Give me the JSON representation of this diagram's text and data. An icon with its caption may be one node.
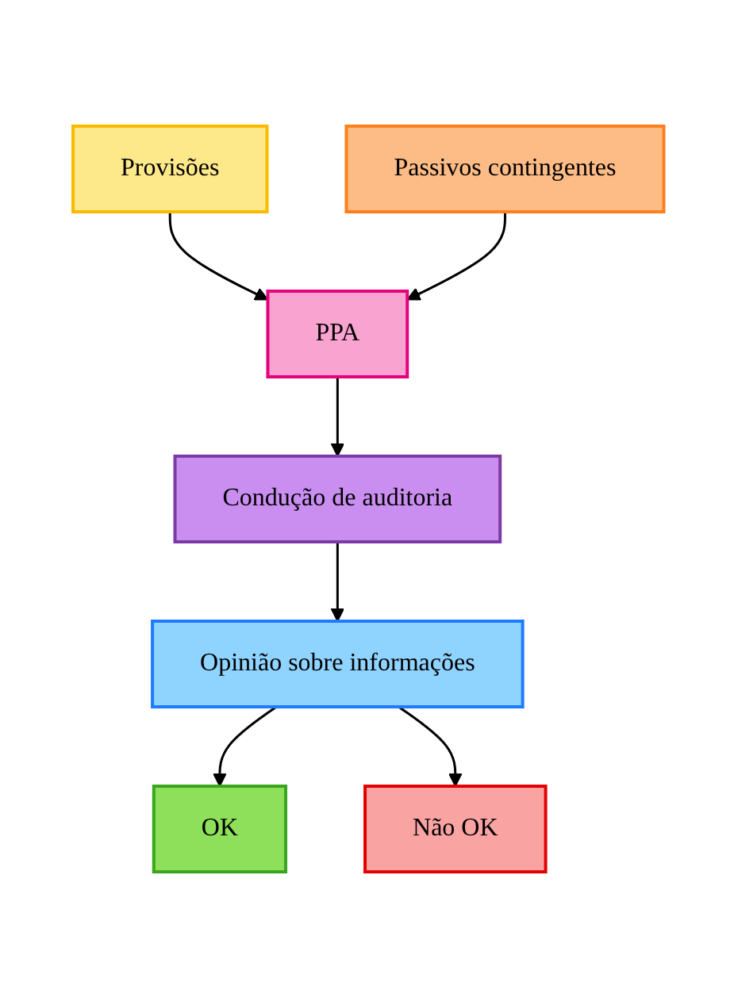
{
  "diagram": {
    "nodes": [
      {
        "text": [
          "Provisões"
        ]
      },
      {
        "text": [
          "Passivos contingentes"
        ]
      },
      {
        "text": [
          "PPA"
        ]
      },
      {
        "text": [
          "Condução de auditoria"
        ]
      },
      {
        "text": [
          "Opinião sobre informações"
        ]
      },
      {
        "text": [
          "OK"
        ]
      },
      {
        "text": [
          "Não OK"
        ]
      }
    ],
    "edges": [
      {
        "from": 0,
        "to": 2,
        "arrow": "to"
      },
      {
        "from": 1,
        "to": 2,
        "arrow": "to"
      },
      {
        "from": 2,
        "to": 3,
        "arrow": "to"
      },
      {
        "from": 3,
        "to": 4,
        "arrow": "to"
      },
      {
        "from": 4,
        "to": 5,
        "arrow": "to"
      },
      {
        "from": 4,
        "to": 6,
        "arrow": "to"
      }
    ]
  }
}
